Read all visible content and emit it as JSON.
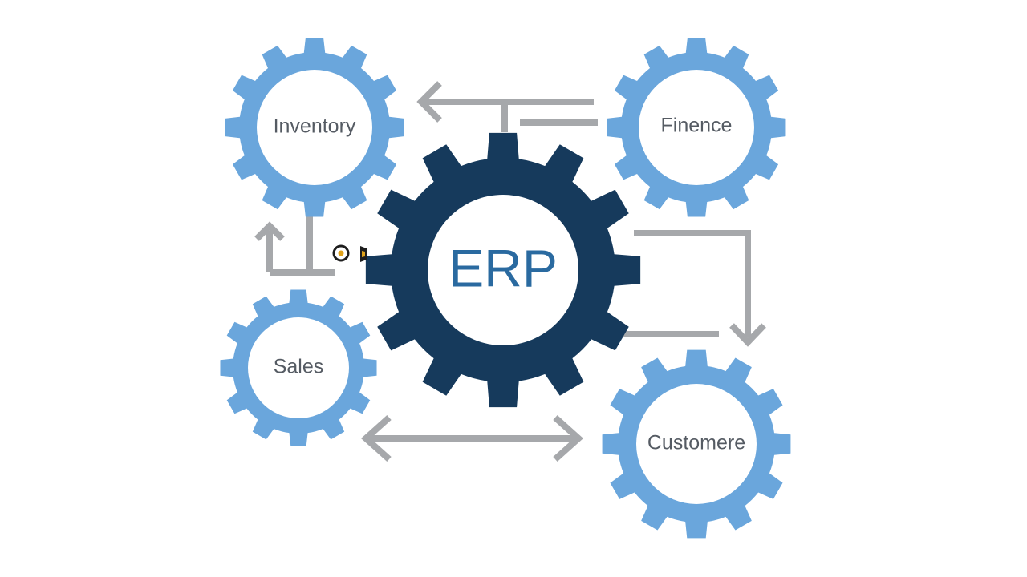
{
  "diagram": {
    "center": {
      "label": "ERP",
      "gear_color": "#163a5c",
      "label_color": "#2a6aa0"
    },
    "modules": [
      {
        "id": "inventory",
        "label": "Inventory"
      },
      {
        "id": "finance",
        "label": "Finence"
      },
      {
        "id": "sales",
        "label": "Sales"
      },
      {
        "id": "customers",
        "label": "Customere"
      }
    ],
    "colors": {
      "module_gear": "#6aa6dc",
      "gear_hole": "#ffffff",
      "connector": "#a6a8ab",
      "label_text": "#555b63",
      "background": "#ffffff"
    },
    "connectors": [
      {
        "from": "center",
        "to": "inventory",
        "kind": "arrow"
      },
      {
        "from": "finance",
        "to": "center",
        "kind": "line"
      },
      {
        "from": "center",
        "to": "inventory",
        "kind": "elbow-arrow"
      },
      {
        "from": "center",
        "to": "customers",
        "kind": "elbow-arrow"
      },
      {
        "from": "sales",
        "to": "customers",
        "kind": "double-arrow"
      }
    ],
    "small_icon": {
      "icon": "mini-gears-icon"
    }
  }
}
